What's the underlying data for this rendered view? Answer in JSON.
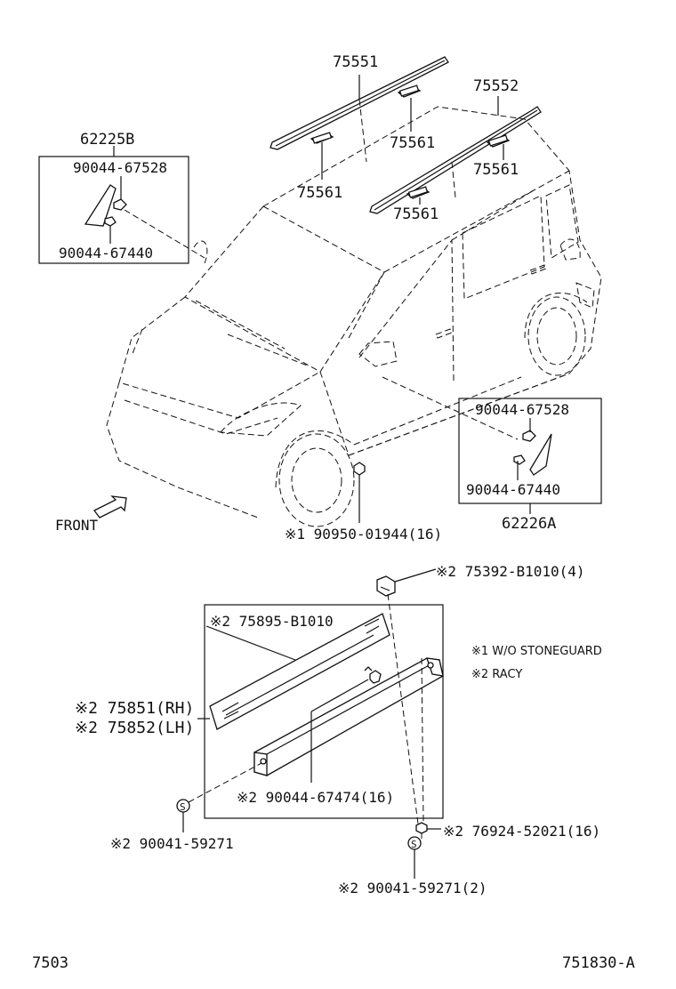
{
  "labels": {
    "p75551": "75551",
    "p75552": "75552",
    "p75561a": "75561",
    "p75561b": "75561",
    "p75561c": "75561",
    "p75561d": "75561",
    "p62225B": "62225B",
    "p62225B_top": "90044-67528",
    "p62225B_bot": "90044-67440",
    "p62226A_top": "90044-67528",
    "p62226A_bot": "90044-67440",
    "p62226A": "62226A",
    "front": "FRONT",
    "p90950": "※1 90950-01944(16)",
    "p75392": "※2 75392-B1010(4)",
    "p75895": "※2 75895-B1010",
    "p75851": "※2 75851(RH)",
    "p75852": "※2 75852(LH)",
    "p90044_67474": "※2 90044-67474(16)",
    "p90041_left": "※2 90041-59271",
    "p76924": "※2 76924-52021(16)",
    "p90041_bottom": "※2 90041-59271(2)",
    "note1": "※1 W/O STONEGUARD",
    "note2": "※2 RACY",
    "page_left": "7503",
    "page_right": "751830-A"
  }
}
